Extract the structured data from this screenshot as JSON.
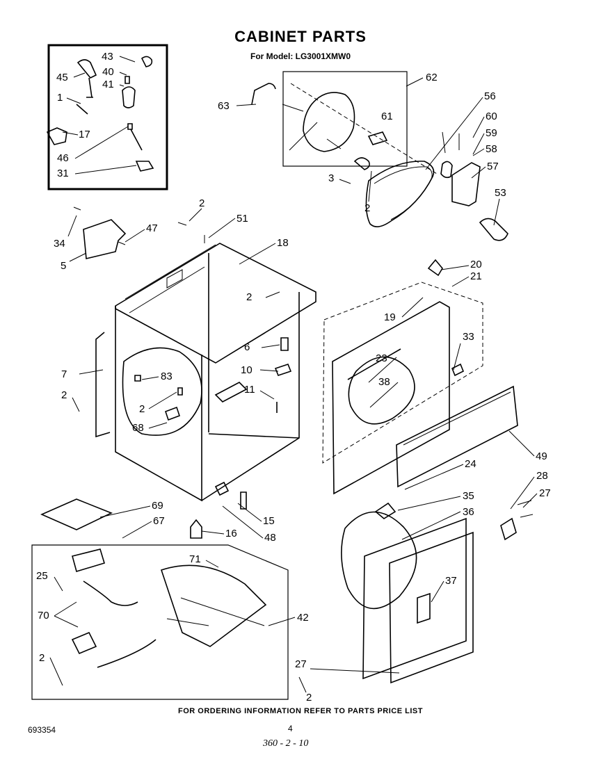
{
  "header": {
    "title": "CABINET PARTS",
    "subtitle": "For Model: LG3001XMW0"
  },
  "footer": {
    "ordering_note": "FOR ORDERING INFORMATION REFER TO PARTS PRICE LIST",
    "document_number": "693354",
    "page_number": "4",
    "handwritten_note": "360 - 2 - 10"
  },
  "callouts": [
    "1",
    "2",
    "3",
    "5",
    "6",
    "7",
    "10",
    "11",
    "15",
    "16",
    "17",
    "18",
    "19",
    "20",
    "21",
    "23",
    "24",
    "25",
    "27",
    "28",
    "31",
    "33",
    "34",
    "35",
    "36",
    "37",
    "38",
    "40",
    "41",
    "42",
    "43",
    "45",
    "46",
    "47",
    "48",
    "49",
    "51",
    "53",
    "56",
    "57",
    "58",
    "59",
    "60",
    "61",
    "62",
    "63",
    "67",
    "68",
    "69",
    "70",
    "71",
    "83"
  ]
}
